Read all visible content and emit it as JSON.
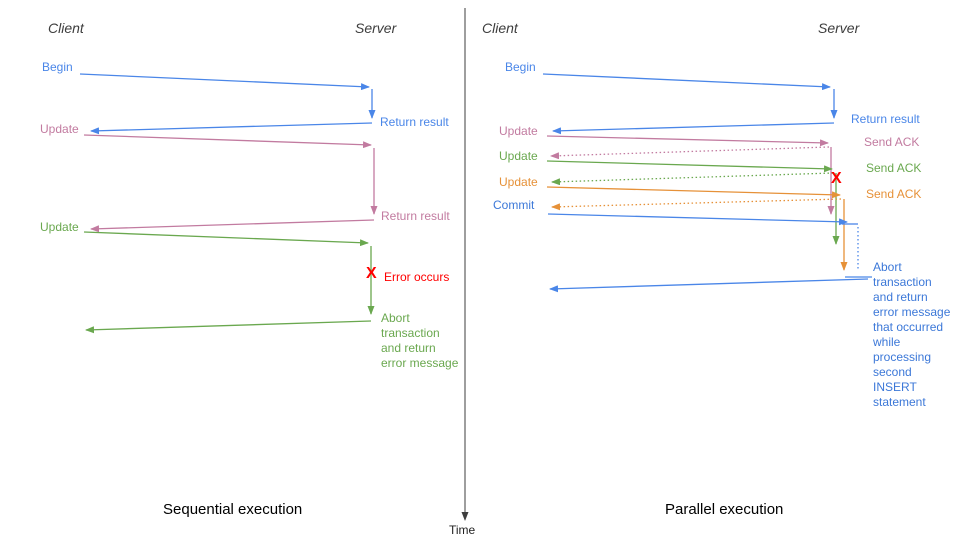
{
  "colors": {
    "blue": "#4a86e8",
    "deep_blue": "#3c78d8",
    "pink": "#c27ba0",
    "green": "#6aa84f",
    "orange": "#e69138",
    "red": "#ff0000",
    "axis": "#3d3d3d"
  },
  "time_axis": {
    "label": "Time"
  },
  "left": {
    "caption": "Sequential execution",
    "client": "Client",
    "server": "Server",
    "begin": "Begin",
    "return_result_1": "Return result",
    "update_1": "Update",
    "return_result_2": "Return result",
    "update_2": "Update",
    "error_x": "X",
    "error_occurs": "Error occurs",
    "abort": "Abort\ntransaction\nand return\nerror message"
  },
  "right": {
    "caption": "Parallel execution",
    "client": "Client",
    "server": "Server",
    "begin": "Begin",
    "return_result": "Return result",
    "update_1": "Update",
    "send_ack_1": "Send ACK",
    "update_2": "Update",
    "send_ack_2": "Send ACK",
    "update_3": "Update",
    "send_ack_3": "Send ACK",
    "commit": "Commit",
    "error_x": "X",
    "abort": "Abort\ntransaction\nand return\nerror message\nthat occurred\nwhile\nprocessing\nsecond\nINSERT\nstatement"
  }
}
